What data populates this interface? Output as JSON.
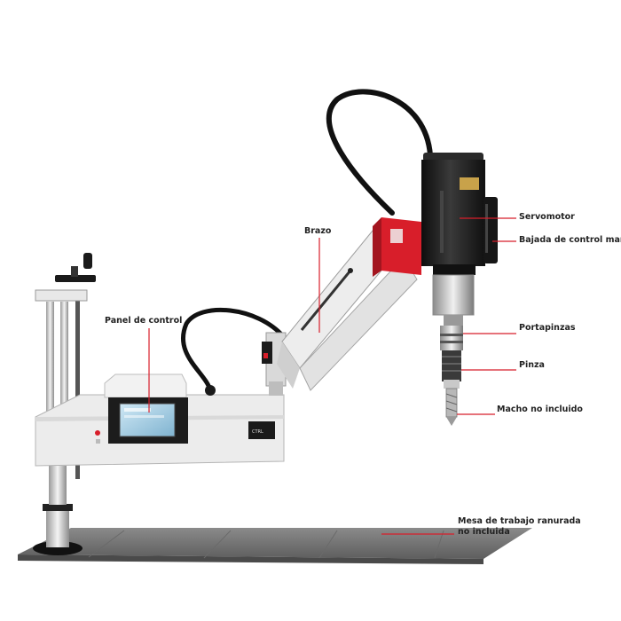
{
  "labels": {
    "servomotor": "Servomotor",
    "bajada": "Bajada de control manual",
    "portapinzas": "Portapinzas",
    "pinza": "Pinza",
    "macho": "Macho no incluido",
    "brazo": "Brazo",
    "panel": "Panel de control",
    "mesa_line1": "Mesa de trabajo ranurada",
    "mesa_line2": "no incluida"
  },
  "colors": {
    "leader": "#d81e2a",
    "accent_red": "#d81e2a",
    "machine_body": "#ececec",
    "machine_dark": "#1b1b1b",
    "table": "#777777"
  }
}
